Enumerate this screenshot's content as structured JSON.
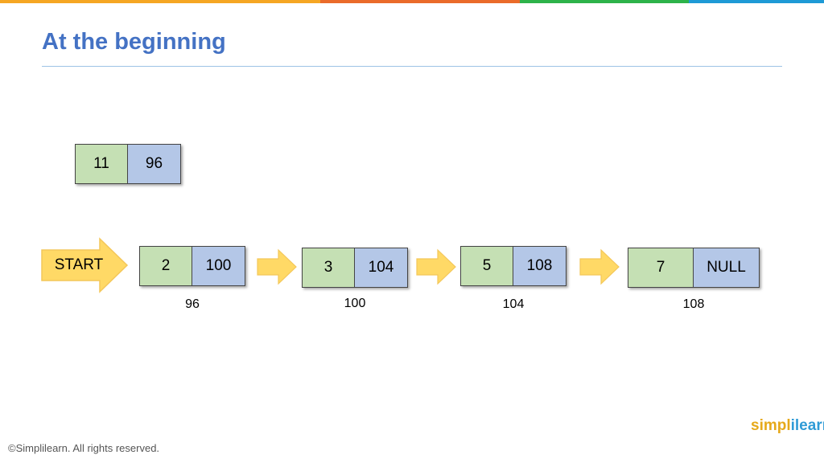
{
  "header": {
    "title": "At the beginning",
    "bar_colors": [
      "#f5a623",
      "#ea6b2a",
      "#2db34a",
      "#1e9ad6"
    ]
  },
  "new_node": {
    "data": "11",
    "next": "96"
  },
  "start": {
    "label": "START"
  },
  "list_nodes": [
    {
      "data": "2",
      "next": "100",
      "address": "96"
    },
    {
      "data": "3",
      "next": "104",
      "address": "100"
    },
    {
      "data": "5",
      "next": "108",
      "address": "104"
    },
    {
      "data": "7",
      "next": "NULL",
      "address": "108"
    }
  ],
  "colors": {
    "data_cell": "#c5e0b4",
    "pointer_cell": "#b4c7e7",
    "arrow_fill": "#ffd966",
    "arrow_stroke": "#f4c75a",
    "title": "#4472c4"
  },
  "footer": {
    "copyright": "©Simplilearn. All rights reserved.",
    "logo_part1": "simpl",
    "logo_part2": "ilearn"
  }
}
